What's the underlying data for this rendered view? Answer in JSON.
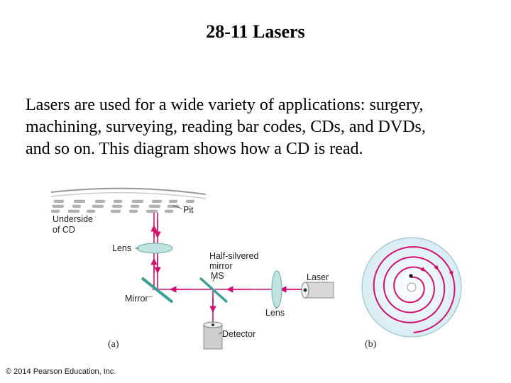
{
  "slide": {
    "title": "28-11 Lasers",
    "body_lines": [
      "Lasers are used for a wide variety of applications: surgery,",
      "machining, surveying, reading bar codes, CDs, and DVDs,",
      "and so on. This diagram shows how a CD is read."
    ]
  },
  "diagram": {
    "labels": {
      "pit": "Pit",
      "underside_1": "Underside",
      "underside_2": "of CD",
      "lens_top": "Lens",
      "half_silvered_1": "Half-silvered",
      "half_silvered_2": "mirror",
      "ms": "MS",
      "laser": "Laser",
      "mirror": "Mirror",
      "lens_right": "Lens",
      "detector": "Detector",
      "caption_a": "(a)",
      "caption_b": "(b)"
    },
    "colors": {
      "beam": "#d0116f",
      "lens_fill": "#bfe3df",
      "mirror": "#3a9f95",
      "disc": "#d7ecf3",
      "pits": "#b5b5b5"
    }
  },
  "footer": {
    "copyright": "© 2014 Pearson Education, Inc."
  }
}
